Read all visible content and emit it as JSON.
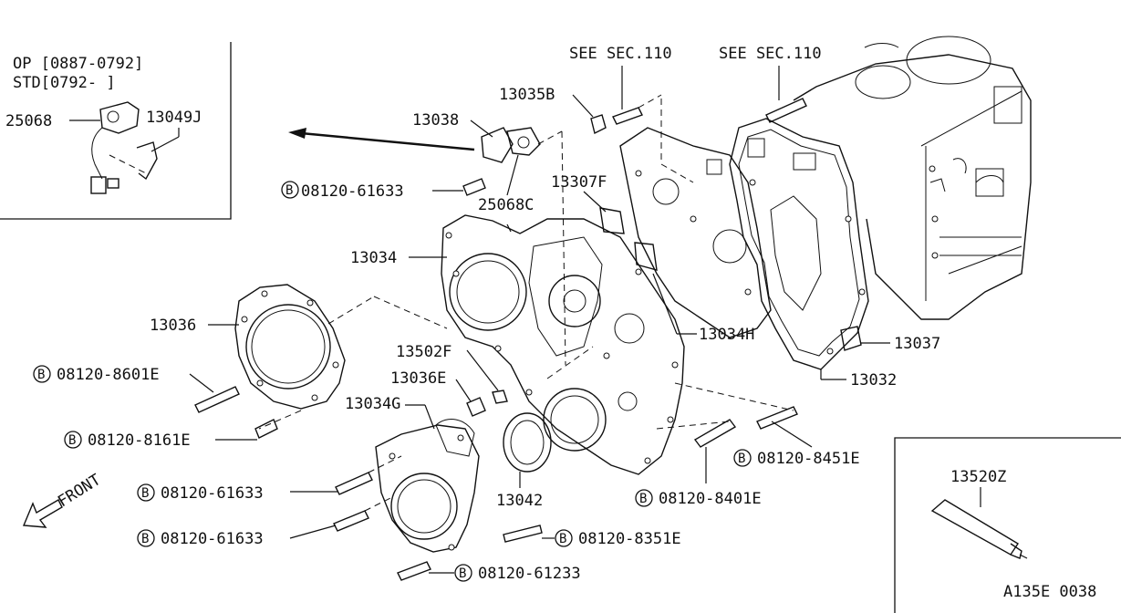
{
  "diagram_code": "A135E 0038",
  "inset_top_left": {
    "op_label": "OP [0887-0792]",
    "std_label": "STD[0792-    ]",
    "part_25068": "25068",
    "part_13049J": "13049J"
  },
  "inset_bottom_right": {
    "part_13520Z": "13520Z"
  },
  "front_label": "FRONT",
  "bolt_prefix": "B",
  "refs": {
    "see_sec_a": "SEE SEC.110",
    "see_sec_b": "SEE SEC.110"
  },
  "parts": {
    "p13035B": "13035B",
    "p13038": "13038",
    "p08120_61633_top": "08120-61633",
    "p25068C": "25068C",
    "p13307F": "13307F",
    "p13034": "13034",
    "p13036": "13036",
    "p08120_8601E": "08120-8601E",
    "p13502F": "13502F",
    "p13036E": "13036E",
    "p13034G": "13034G",
    "p08120_8161E": "08120-8161E",
    "p08120_61633_mid": "08120-61633",
    "p08120_61633_low": "08120-61633",
    "p13042": "13042",
    "p08120_61233": "08120-61233",
    "p08120_8351E": "08120-8351E",
    "p08120_8401E": "08120-8401E",
    "p08120_8451E": "08120-8451E",
    "p13034H": "13034H",
    "p13037": "13037",
    "p13032": "13032"
  }
}
